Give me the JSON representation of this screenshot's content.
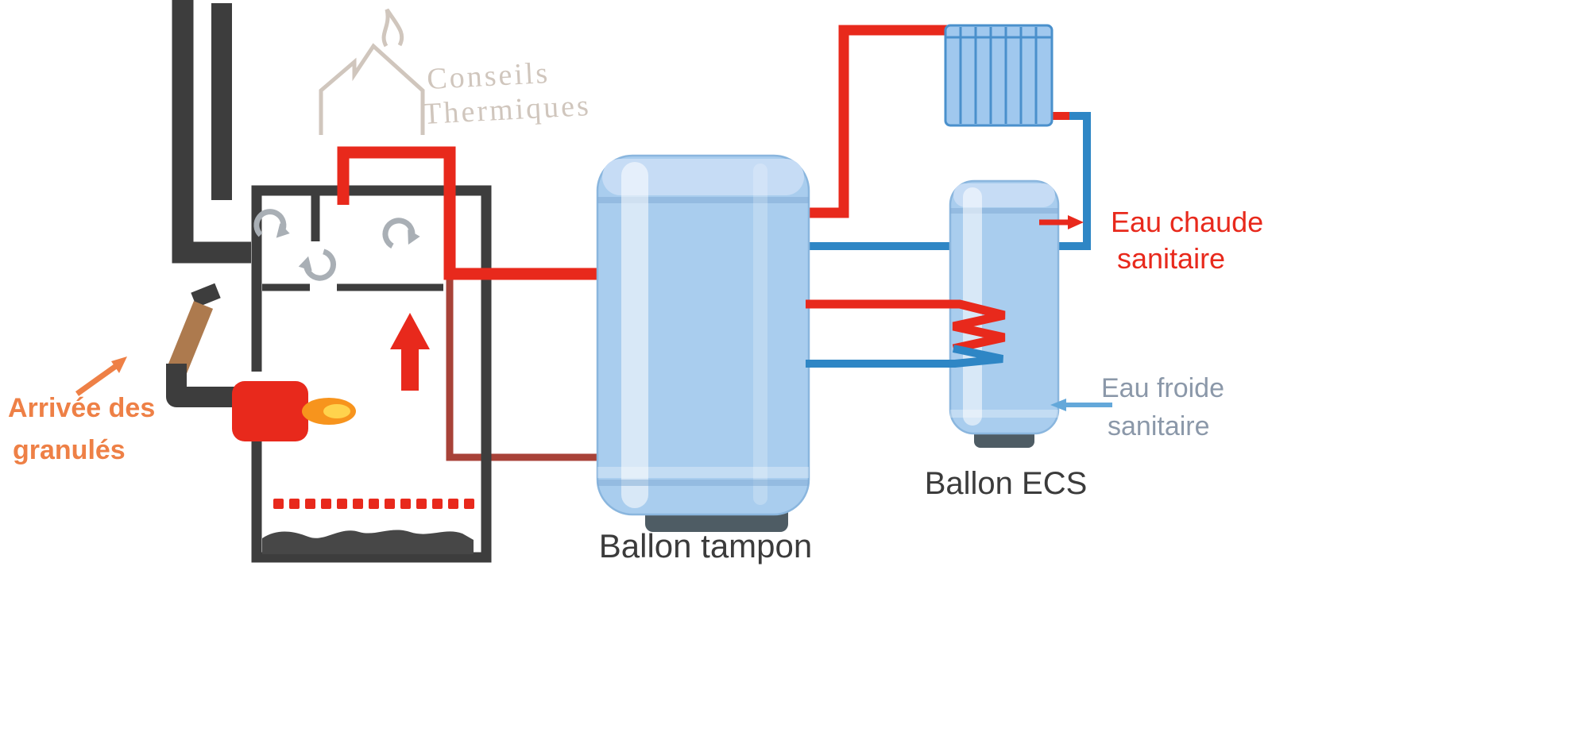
{
  "watermark": {
    "line1": "Conseils",
    "line2": "Thermiques"
  },
  "labels": {
    "pellet_inlet": {
      "line1": "Arrivée des",
      "line2": "granulés"
    },
    "buffer_tank": "Ballon tampon",
    "dhw_tank": "Ballon ECS",
    "hot_water": {
      "line1": "Eau chaude",
      "line2": "sanitaire"
    },
    "cold_water": {
      "line1": "Eau froide",
      "line2": "sanitaire"
    }
  },
  "icons": {
    "watermark_house": "house-with-flame-icon",
    "hot_out": "red-right-arrow-icon",
    "cold_in": "blue-left-arrow-icon",
    "pellet_in": "orange-up-right-arrow-icon",
    "hot_air": "red-up-arrow-icon",
    "swirl": "gray-swirl-arrow-icon"
  },
  "colors": {
    "hot": "#e8291c",
    "pipe_return": "#a84238",
    "cold": "#2e86c5",
    "cold_light": "#64a8da",
    "dark": "#3d3d3d",
    "tank_fill": "#a9cdee",
    "accent_orange": "#ee8046",
    "flame_orange": "#f7941d",
    "flame_yellow": "#ffd34d",
    "watermark": "#d0c6bd",
    "cold_label": "#8b98a9",
    "foot": "#4e5c64",
    "auger_brown": "#ad7a4e",
    "radiator_line": "#4a90cc"
  }
}
